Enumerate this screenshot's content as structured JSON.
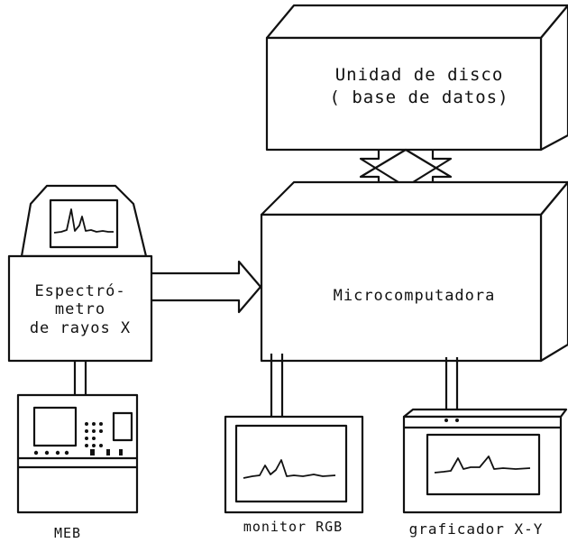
{
  "figure": {
    "disk_unit": {
      "line1": "Unidad de disco",
      "line2": "( base de datos)"
    },
    "microcomputer": {
      "label": "Microcomputadora"
    },
    "spectrometer": {
      "label": "Espectró-\nmetro\nde rayos X"
    },
    "devices": {
      "meb": "MEB",
      "rgb_monitor": "monitor RGB",
      "xy_plotter": "graficador X-Y"
    }
  }
}
